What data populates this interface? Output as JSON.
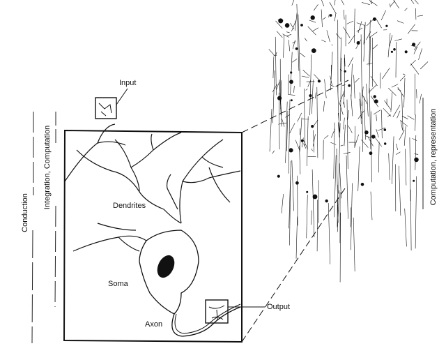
{
  "labels": {
    "input": "Input",
    "dendrites": "Dendrites",
    "soma": "Soma",
    "axon": "Axon",
    "output": "Output",
    "conduction": "Conduction",
    "integration": "Integration, Computation",
    "computation_representation": "Computation, representation"
  }
}
